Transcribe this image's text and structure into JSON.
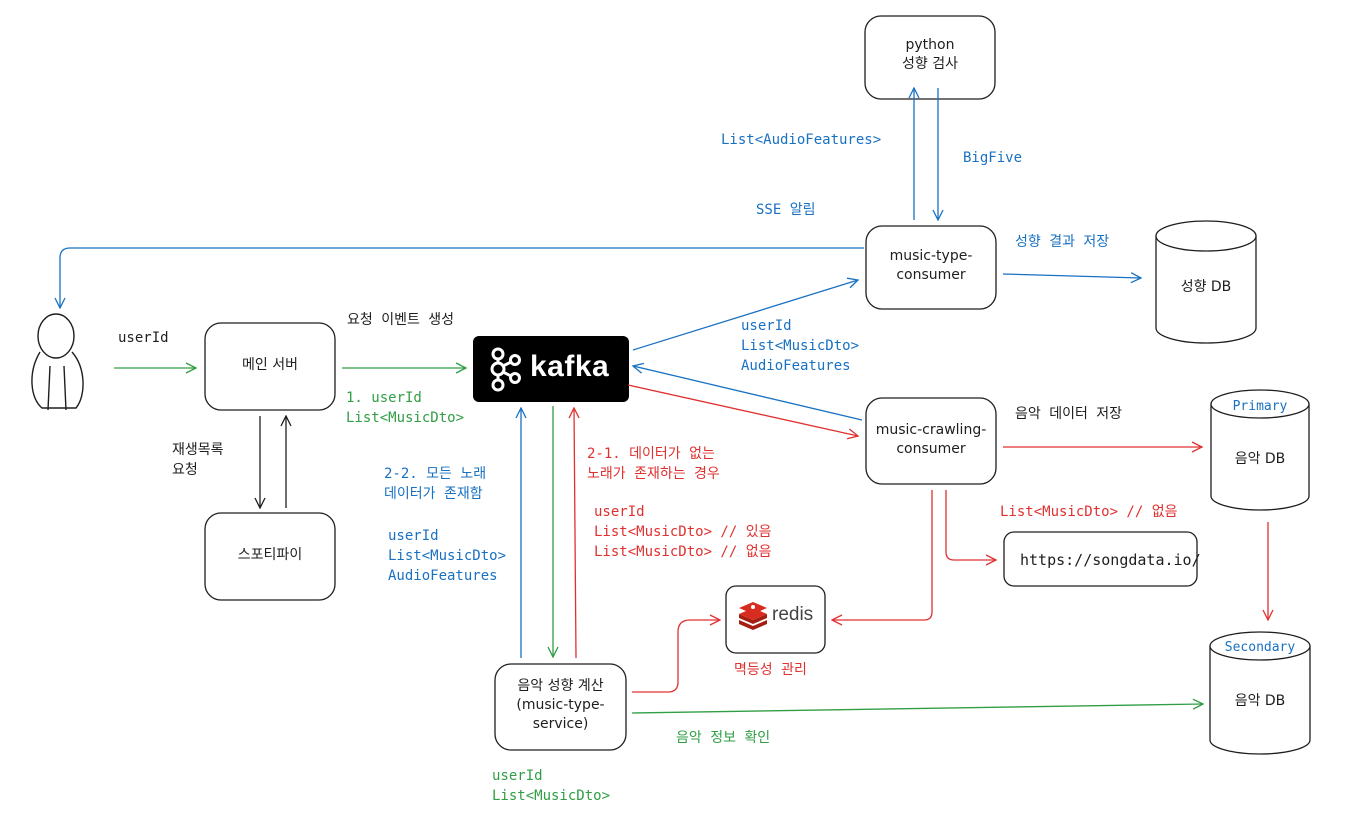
{
  "nodes": {
    "user": {},
    "main_server": {
      "label": "메인 서버"
    },
    "spotify": {
      "label": "스포티파이"
    },
    "kafka": {
      "label": "kafka"
    },
    "python": {
      "line1": "python",
      "line2": "성향 검사"
    },
    "music_type_consumer": {
      "line1": "music-type-",
      "line2": "consumer"
    },
    "music_crawling_consumer": {
      "line1": "music-crawling-",
      "line2": "consumer"
    },
    "music_type_service": {
      "line1": "음악 성향 계산",
      "line2": "(music-type-",
      "line3": "service)"
    },
    "redis": {
      "label": "redis"
    },
    "songdata": {
      "label": "https://songdata.io/"
    },
    "tendency_db": {
      "label": "성향 DB"
    },
    "primary_db": {
      "title": "Primary",
      "label": "음악 DB"
    },
    "secondary_db": {
      "title": "Secondary",
      "label": "음악 DB"
    }
  },
  "labels": {
    "user_id": "userId",
    "event_create": "요청 이벤트 생성",
    "step1": "1. userId\nList<MusicDto>",
    "playlist_request": "재생목록\n요청",
    "step2_2": "2-2. 모든 노래\n데이터가 존재함",
    "service_to_kafka": "userId\nList<MusicDto>\nAudioFeatures",
    "step2_1": "2-1. 데이터가 없는\n노래가 존재하는 경우",
    "kafka_to_service": "userId\nList<MusicDto> // 있음\nList<MusicDto> // 없음",
    "service_out": "userId\nList<MusicDto>",
    "kafka_to_type_consumer": "userId\nList<MusicDto>\nAudioFeatures",
    "audio_features_list": "List<AudioFeatures>",
    "big_five": "BigFive",
    "sse_alarm": "SSE 알림",
    "save_tendency": "성향 결과 저장",
    "save_music_data": "음악 데이터 저장",
    "missing_list": "List<MusicDto> // 없음",
    "idempotency": "멱등성 관리",
    "check_music_info": "음악 정보 확인"
  },
  "colors": {
    "blue": "#1971c2",
    "green": "#2f9e44",
    "red": "#e03131",
    "stroke": "#1e1e1e",
    "kafka_bg": "#000000",
    "redis_red": "#d82c20"
  }
}
